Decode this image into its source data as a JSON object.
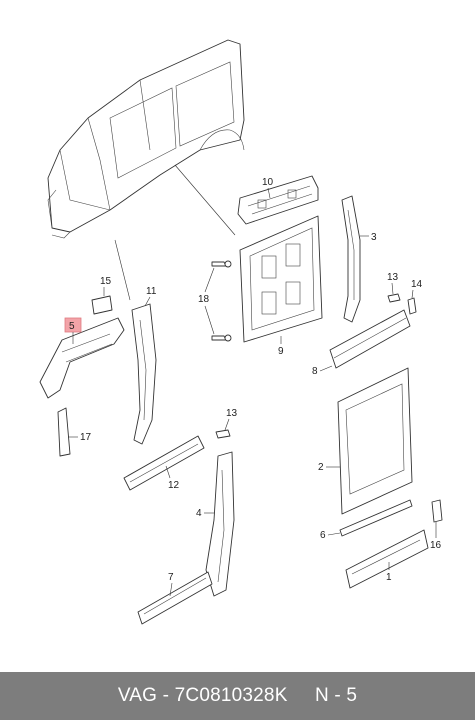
{
  "footer": {
    "text": "VAG - 7C0810328K     N - 5"
  },
  "callouts": {
    "c1": "1",
    "c2": "2",
    "c3": "3",
    "c4": "4",
    "c5": "5",
    "c6": "6",
    "c7": "7",
    "c8": "8",
    "c9": "9",
    "c10": "10",
    "c11": "11",
    "c12": "12",
    "c13a": "13",
    "c13b": "13",
    "c14": "14",
    "c15": "15",
    "c16": "16",
    "c17": "17",
    "c18": "18"
  },
  "highlight_color": "#f2a3a8"
}
